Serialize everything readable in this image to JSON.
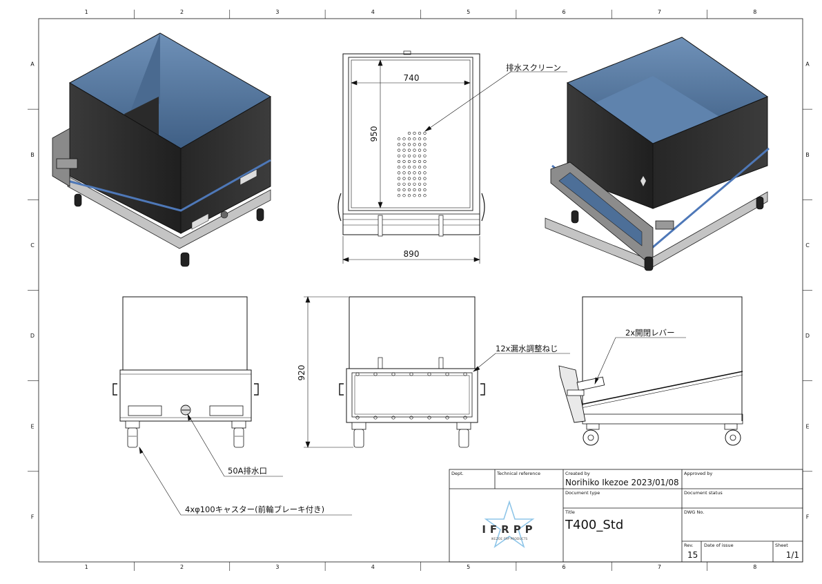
{
  "border": {
    "columns": [
      "1",
      "2",
      "3",
      "4",
      "5",
      "6",
      "7",
      "8"
    ],
    "rows": [
      "A",
      "B",
      "C",
      "D",
      "E",
      "F"
    ]
  },
  "dimensions": {
    "width_top": "740",
    "depth_top": "950",
    "overall_width": "890",
    "overall_height": "920"
  },
  "notes": {
    "drain_screen": "排水スクリーン",
    "leak_screws": "12x漏水調整ねじ",
    "levers": "2x開閉レバー",
    "drain_port": "50A排水口",
    "casters": "4xφ100キャスター(前輪ブレーキ付き)"
  },
  "title_block": {
    "dept_label": "Dept.",
    "tech_ref_label": "Technical reference",
    "created_by_label": "Created by",
    "created_by": "Norihiko Ikezoe 2023/01/08",
    "approved_by_label": "Approved by",
    "doc_type_label": "Document type",
    "doc_status_label": "Document status",
    "title_label": "Title",
    "title": "T400_Std",
    "dwg_no_label": "DWG No.",
    "rev_label": "Rev.",
    "rev": "15",
    "date_label": "Date of issue",
    "sheet_label": "Sheet",
    "sheet": "1/1"
  },
  "logo": {
    "mark": "IFRPP",
    "subtitle": "IKEZOE FRP PRODUCTS"
  },
  "colors": {
    "bin_exterior": "#2b2b2b",
    "bin_interior": "#5b7fa6",
    "frame": "#b5b5b5",
    "logo_star": "#8ec5e8",
    "line": "#111111"
  }
}
